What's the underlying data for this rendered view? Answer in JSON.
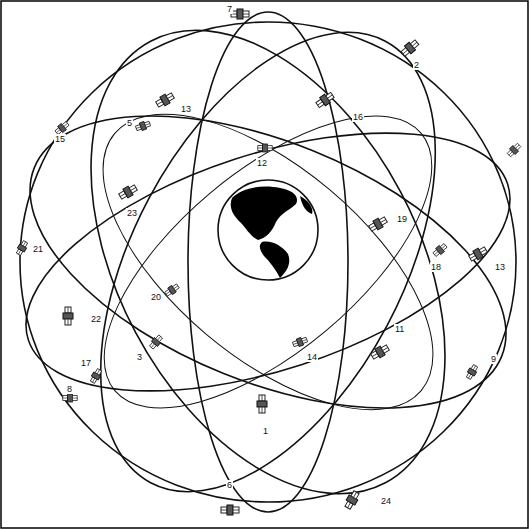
{
  "diagram": {
    "labels": [
      "7",
      "2",
      "13",
      "5",
      "16",
      "15",
      "12",
      "23",
      "19",
      "18",
      "13",
      "21",
      "20",
      "22",
      "11",
      "3",
      "17",
      "14",
      "9",
      "8",
      "1",
      "24",
      "6"
    ]
  }
}
